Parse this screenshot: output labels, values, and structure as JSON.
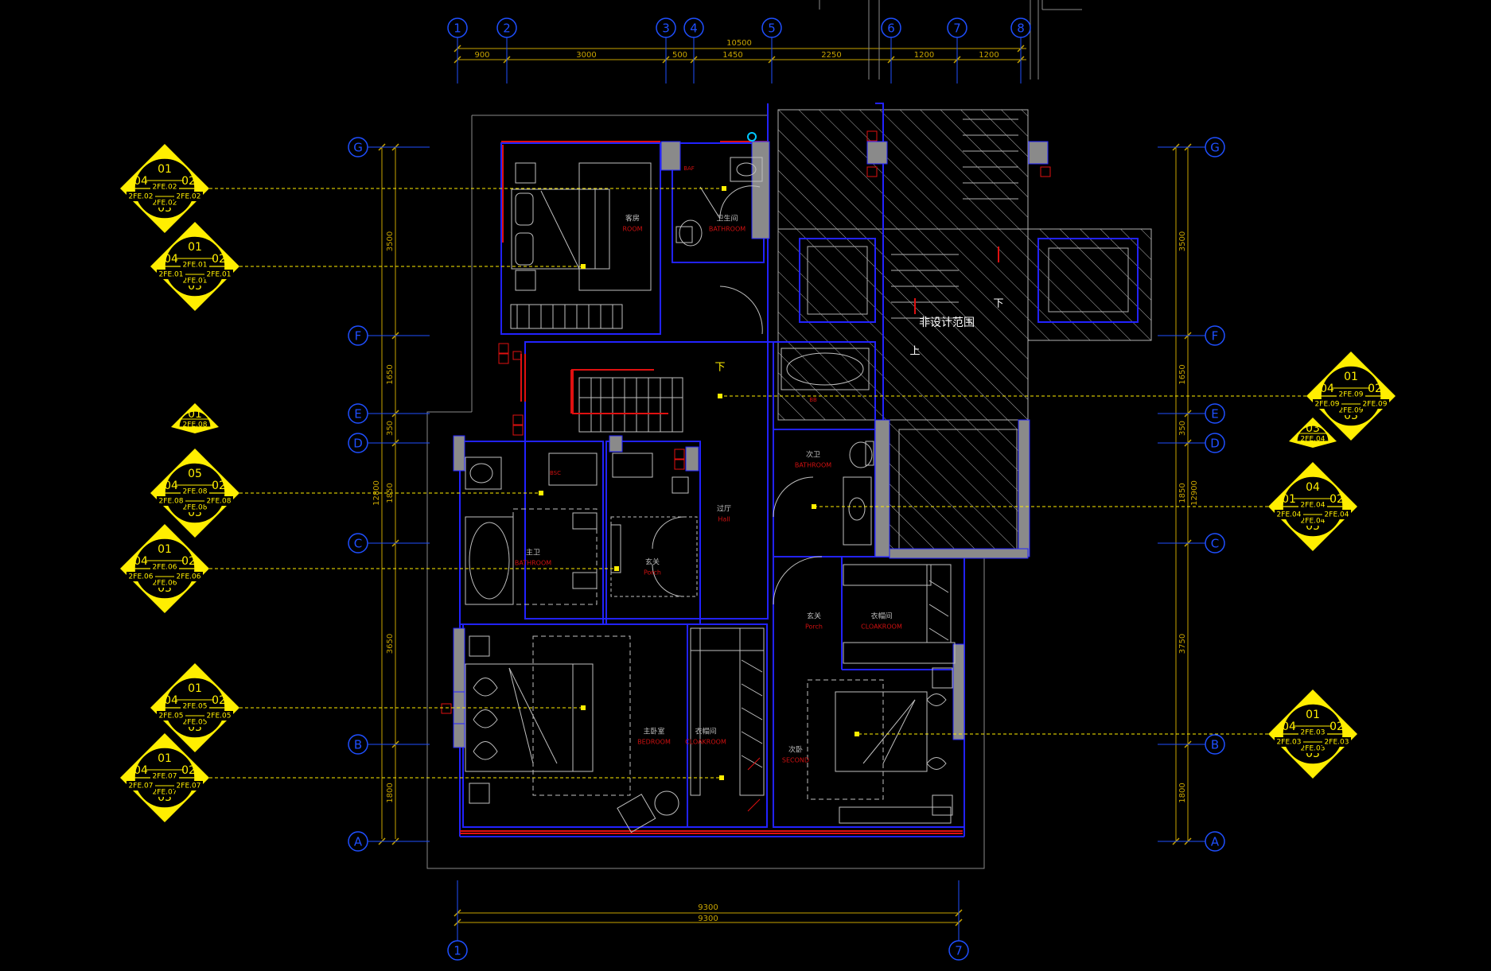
{
  "colors": {
    "background": "#000000",
    "axis_bubble": "#1f4fff",
    "dimension": "#c8a400",
    "wall": "#2222ff",
    "wall_red": "#e01010",
    "column": "#9a9a9a",
    "furniture": "#bfbfbf",
    "hatch": "#bfbfbf",
    "tag_fill": "#ffee00",
    "tag_text": "#000000",
    "leader": "#ffee00",
    "room_label": "#d01010",
    "stair_text": "#ffee00",
    "cyan_marker": "#00c8ff"
  },
  "grid_top": [
    "1",
    "2",
    "3",
    "4",
    "5",
    "6",
    "7",
    "8"
  ],
  "grid_bottom": [
    "1",
    "7"
  ],
  "grid_rows": [
    "G",
    "F",
    "E",
    "D",
    "C",
    "B",
    "A"
  ],
  "dims_top": {
    "overall": "10500",
    "segments": [
      "900",
      "3000",
      "500",
      "1450",
      "2250",
      "1200",
      "1200"
    ]
  },
  "dims_bottom": {
    "overall_a": "9300",
    "overall_b": "9300"
  },
  "dims_side": {
    "left_segments": [
      "3500",
      "1650",
      "350",
      "1850",
      "3650",
      "1800"
    ],
    "left_overall": "12800",
    "right_segments": [
      "3500",
      "1650",
      "350",
      "1850",
      "3750",
      "1800"
    ],
    "right_overall": "12900"
  },
  "rooms": [
    {
      "cn": "客房",
      "en": "ROOM"
    },
    {
      "cn": "卫生间",
      "en": "BATHROOM"
    },
    {
      "cn": "主卫",
      "en": "BATHROOM"
    },
    {
      "cn": "玄关",
      "en": "Porch"
    },
    {
      "cn": "过厅",
      "en": "Hall"
    },
    {
      "cn": "次卫",
      "en": "BATHROOM"
    },
    {
      "cn": "主卧室",
      "en": "BEDROOM"
    },
    {
      "cn": "衣帽间",
      "en": "CLOAKROOM"
    },
    {
      "cn": "玄关",
      "en": "Porch"
    },
    {
      "cn": "衣帽间",
      "en": "CLOAKROOM"
    },
    {
      "cn": "次卧",
      "en": "SECOND"
    }
  ],
  "stairs": {
    "down_1": "下",
    "down_2": "下",
    "up": "上",
    "non_design": "非设计范围"
  },
  "tags": [
    {
      "n": "01",
      "e": "02",
      "s": "03",
      "w": "04",
      "ref": "2FE.02"
    },
    {
      "n": "01",
      "e": "02",
      "s": "03",
      "w": "04",
      "ref": "2FE.01"
    },
    {
      "n": "01",
      "ref": "2FE.08"
    },
    {
      "n": "05",
      "e": "02",
      "s": "03",
      "w": "04",
      "ref": "2FE.08"
    },
    {
      "n": "01",
      "e": "02",
      "s": "03",
      "w": "04",
      "ref": "2FE.06"
    },
    {
      "n": "01",
      "e": "02",
      "s": "03",
      "w": "04",
      "ref": "2FE.05"
    },
    {
      "n": "01",
      "e": "02",
      "s": "03",
      "w": "04",
      "ref": "2FE.07"
    },
    {
      "n": "01",
      "e": "02",
      "s": "03",
      "w": "04",
      "ref": "2FE.09"
    },
    {
      "n": "03",
      "ref": "2FE.04"
    },
    {
      "n": "04",
      "e": "02",
      "s": "05",
      "w": "01",
      "ref": "2FE.04"
    },
    {
      "n": "01",
      "e": "02",
      "s": "03",
      "w": "04",
      "ref": "2FE.03"
    }
  ],
  "small_labels": [
    "BAF",
    "BSC",
    "BB"
  ]
}
